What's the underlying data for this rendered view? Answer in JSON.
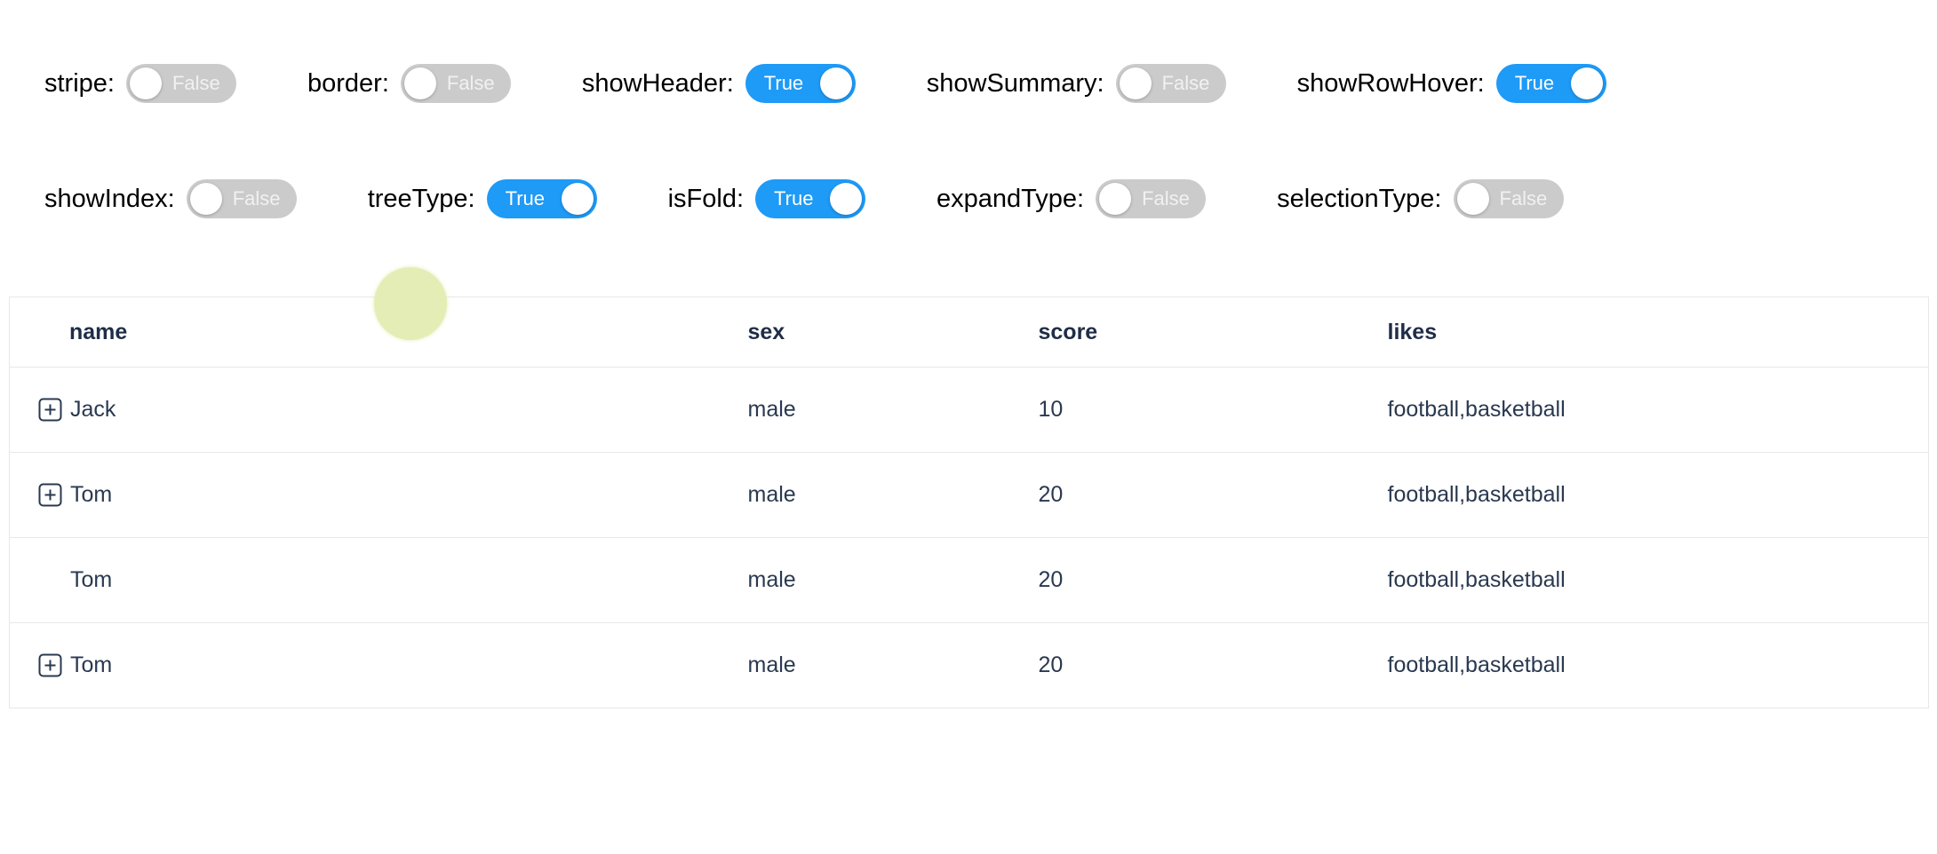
{
  "controls": {
    "row1": [
      {
        "label": "stripe:",
        "value": "False",
        "state": "off"
      },
      {
        "label": "border:",
        "value": "False",
        "state": "off"
      },
      {
        "label": "showHeader:",
        "value": "True",
        "state": "on"
      },
      {
        "label": "showSummary:",
        "value": "False",
        "state": "off"
      },
      {
        "label": "showRowHover:",
        "value": "True",
        "state": "on"
      }
    ],
    "row2": [
      {
        "label": "showIndex:",
        "value": "False",
        "state": "off"
      },
      {
        "label": "treeType:",
        "value": "True",
        "state": "on"
      },
      {
        "label": "isFold:",
        "value": "True",
        "state": "on"
      },
      {
        "label": "expandType:",
        "value": "False",
        "state": "off"
      },
      {
        "label": "selectionType:",
        "value": "False",
        "state": "off"
      }
    ]
  },
  "table": {
    "columns": {
      "name": "name",
      "sex": "sex",
      "score": "score",
      "likes": "likes"
    },
    "rows": [
      {
        "name": "Jack",
        "sex": "male",
        "score": "10",
        "likes": "football,basketball",
        "expandable": true
      },
      {
        "name": "Tom",
        "sex": "male",
        "score": "20",
        "likes": "football,basketball",
        "expandable": true
      },
      {
        "name": "Tom",
        "sex": "male",
        "score": "20",
        "likes": "football,basketball",
        "expandable": false
      },
      {
        "name": "Tom",
        "sex": "male",
        "score": "20",
        "likes": "football,basketball",
        "expandable": true
      }
    ]
  },
  "colors": {
    "toggle_on": "#1e9af7",
    "toggle_off": "#cbcbcb",
    "table_border": "#e8e8e8",
    "header_text": "#1f2d48",
    "cell_text": "#2a3950",
    "touch_indicator": "#e4edb5"
  }
}
